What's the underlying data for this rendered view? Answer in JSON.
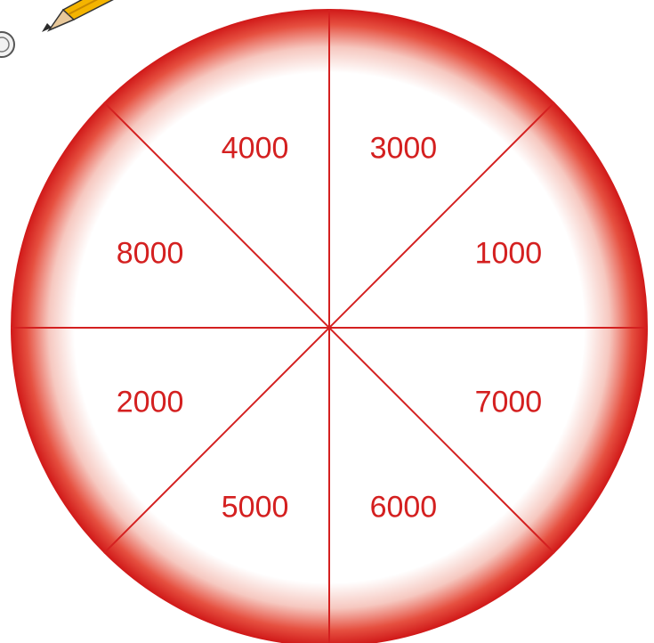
{
  "wheel": {
    "segments": [
      {
        "label": "3000"
      },
      {
        "label": "1000"
      },
      {
        "label": "7000"
      },
      {
        "label": "6000"
      },
      {
        "label": "5000"
      },
      {
        "label": "2000"
      },
      {
        "label": "8000"
      },
      {
        "label": "4000"
      }
    ],
    "colors": {
      "accent": "#d42020",
      "rim_inner": "#ffffff",
      "text": "#d42020"
    }
  },
  "decorations": {
    "pencil_icon": "pencil-icon",
    "badge_icon": "coin-icon"
  }
}
